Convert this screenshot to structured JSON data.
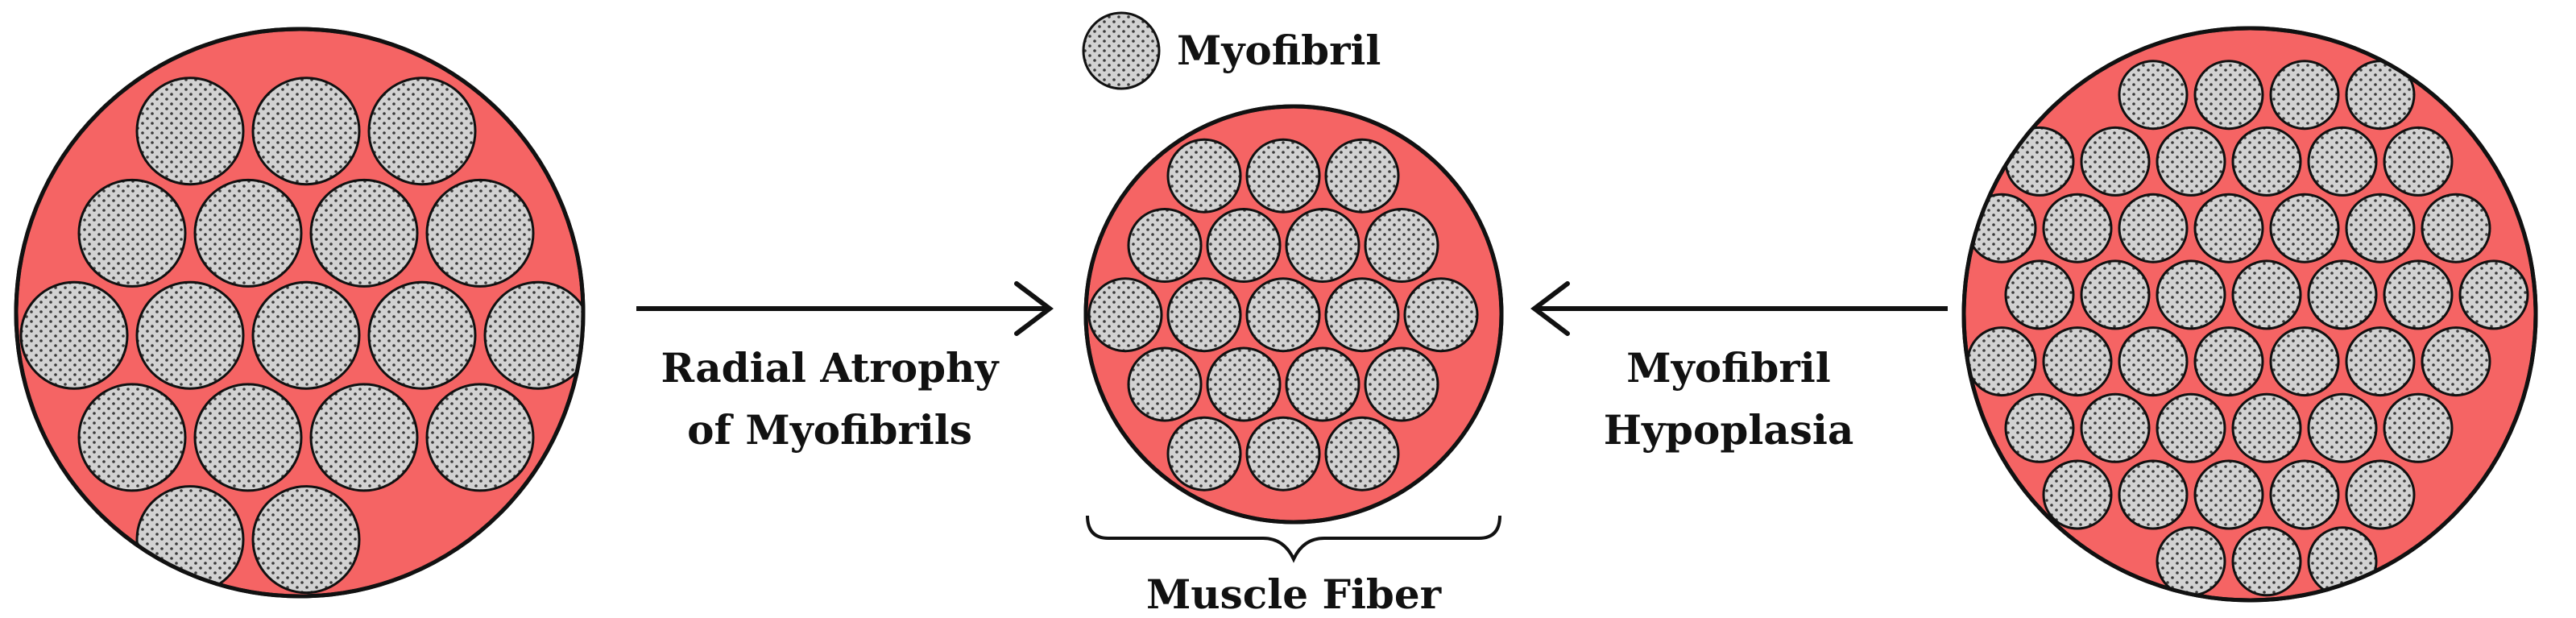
{
  "legend": {
    "label": "Myofibril"
  },
  "left_arrow": {
    "label_line1": "Radial Atrophy",
    "label_line2": "of Myofibrils"
  },
  "right_arrow": {
    "label_line1": "Myofibril",
    "label_line2": "Hypoplasia"
  },
  "center": {
    "caption": "Muscle Fiber"
  },
  "colors": {
    "fiber_fill": "#f56464",
    "myofibril_fill": "#d2d2d2",
    "myofibril_dot": "#3a3a3a",
    "outline": "#111111"
  }
}
